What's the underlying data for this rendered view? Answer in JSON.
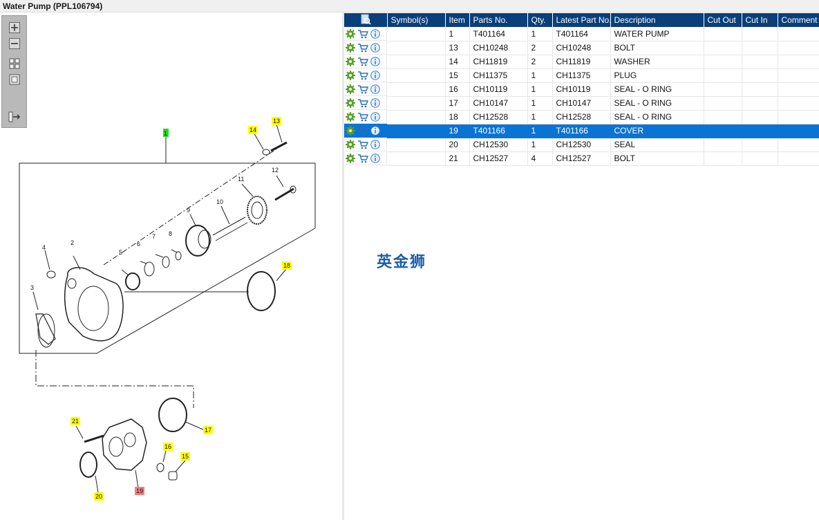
{
  "window": {
    "title": "Water Pump (PPL106794)"
  },
  "toolbar": {
    "buttons": [
      {
        "name": "zoom-in",
        "icon": "zoom-in-icon"
      },
      {
        "name": "zoom-out",
        "icon": "zoom-out-icon"
      },
      {
        "name": "fit-all",
        "icon": "grid-icon"
      },
      {
        "name": "fit-window",
        "icon": "window-icon"
      },
      {
        "name": "toggle-pane",
        "icon": "pane-arrow-icon"
      }
    ]
  },
  "diagram": {
    "callouts": {
      "c1": "1",
      "c2": "2",
      "c3": "3",
      "c4": "4",
      "c5": "5",
      "c6": "6",
      "c7": "7",
      "c8": "8",
      "c9": "9",
      "c10": "10",
      "c11": "11",
      "c12": "12",
      "c13": "13",
      "c14": "14",
      "c15": "15",
      "c16": "16",
      "c17": "17",
      "c18": "18",
      "c19": "19",
      "c20": "20",
      "c21": "21"
    },
    "highlight_colors": {
      "assembly": "#22dd22",
      "part": "#ffff00",
      "selected": "#f08080"
    }
  },
  "table": {
    "columns": [
      "Symbol(s)",
      "Item",
      "Parts No.",
      "Qty.",
      "Latest Part No.",
      "Description",
      "Cut Out",
      "Cut In",
      "Comment"
    ],
    "rows": [
      {
        "item": "1",
        "part_no": "T401164",
        "qty": "1",
        "latest": "T401164",
        "desc": "WATER PUMP",
        "cut_out": "",
        "cut_in": "",
        "comment": ""
      },
      {
        "item": "13",
        "part_no": "CH10248",
        "qty": "2",
        "latest": "CH10248",
        "desc": "BOLT",
        "cut_out": "",
        "cut_in": "",
        "comment": ""
      },
      {
        "item": "14",
        "part_no": "CH11819",
        "qty": "2",
        "latest": "CH11819",
        "desc": "WASHER",
        "cut_out": "",
        "cut_in": "",
        "comment": ""
      },
      {
        "item": "15",
        "part_no": "CH11375",
        "qty": "1",
        "latest": "CH11375",
        "desc": "PLUG",
        "cut_out": "",
        "cut_in": "",
        "comment": ""
      },
      {
        "item": "16",
        "part_no": "CH10119",
        "qty": "1",
        "latest": "CH10119",
        "desc": "SEAL - O RING",
        "cut_out": "",
        "cut_in": "",
        "comment": ""
      },
      {
        "item": "17",
        "part_no": "CH10147",
        "qty": "1",
        "latest": "CH10147",
        "desc": "SEAL - O RING",
        "cut_out": "",
        "cut_in": "",
        "comment": ""
      },
      {
        "item": "18",
        "part_no": "CH12528",
        "qty": "1",
        "latest": "CH12528",
        "desc": "SEAL - O RING",
        "cut_out": "",
        "cut_in": "",
        "comment": ""
      },
      {
        "item": "19",
        "part_no": "T401166",
        "qty": "1",
        "latest": "T401166",
        "desc": "COVER",
        "cut_out": "",
        "cut_in": "",
        "comment": ""
      },
      {
        "item": "20",
        "part_no": "CH12530",
        "qty": "1",
        "latest": "CH12530",
        "desc": "SEAL",
        "cut_out": "",
        "cut_in": "",
        "comment": ""
      },
      {
        "item": "21",
        "part_no": "CH12527",
        "qty": "4",
        "latest": "CH12527",
        "desc": "BOLT",
        "cut_out": "",
        "cut_in": "",
        "comment": ""
      }
    ],
    "selected_index": 7,
    "row_icons": [
      "gear-icon",
      "cart-icon",
      "info-icon"
    ],
    "header_icon": "search-document-icon"
  },
  "watermark": "英金狮",
  "colors": {
    "header_bg": "#0a3f7a",
    "selected_row": "#0a74d4",
    "watermark": "#1c5ea8",
    "gear": "#5aa02c",
    "info": "#2f7fd1"
  }
}
